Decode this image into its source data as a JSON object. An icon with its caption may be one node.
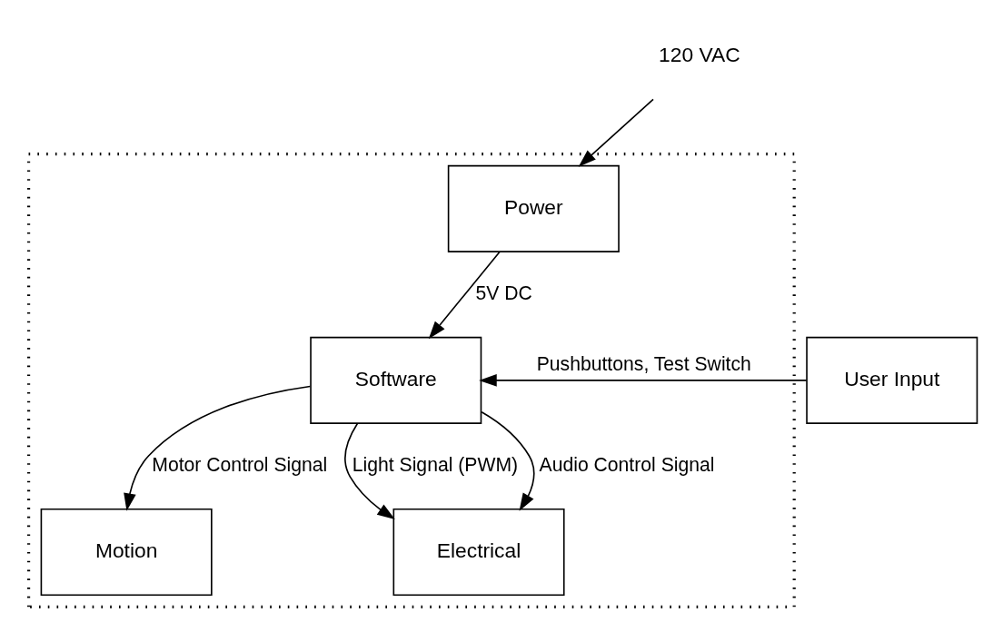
{
  "diagram": {
    "nodes": [
      {
        "text": [],
        "shape": "box"
      },
      {
        "text": [
          "Power"
        ],
        "in": 0
      },
      {
        "text": [
          "Software"
        ],
        "in": 0
      },
      {
        "text": [
          "Motion"
        ],
        "in": 0
      },
      {
        "text": [
          "Electrical"
        ],
        "in": 0
      },
      {
        "text": [
          "User Input"
        ]
      },
      {
        "text": [
          "120 VAC"
        ]
      }
    ],
    "edges": [
      {
        "from": 6,
        "to": 1,
        "arrow": "to"
      },
      {
        "from": 1,
        "to": 2,
        "arrow": "to",
        "label": "5V DC"
      },
      {
        "from": 5,
        "to": 2,
        "arrow": "to",
        "label": "Pushbuttons, Test Switch"
      },
      {
        "from": 2,
        "to": 3,
        "arrow": "to",
        "label": "Motor Control Signal"
      },
      {
        "from": 2,
        "to": 4,
        "arrow": "to",
        "label": "Light Signal (PWM)"
      },
      {
        "from": 2,
        "to": 4,
        "arrow": "to",
        "label": "Audio Control Signal"
      }
    ]
  }
}
